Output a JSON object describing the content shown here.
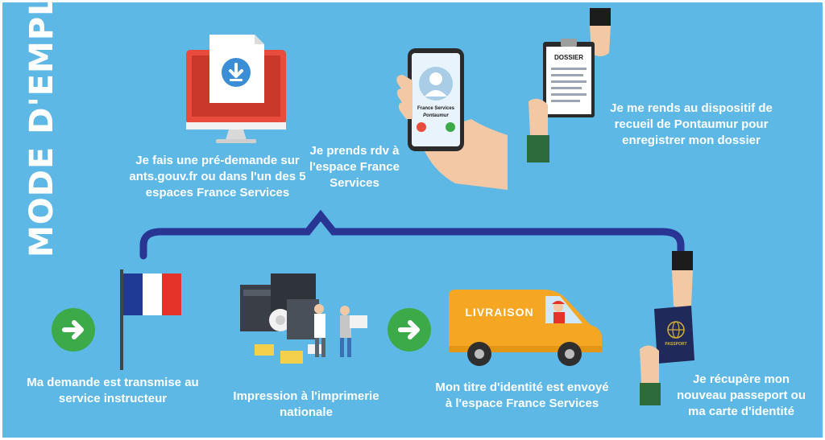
{
  "title": "MODE D'EMPLOI",
  "steps": {
    "predemande": "Je fais une pré-demande sur\nants.gouv.fr ou dans l'un des 5\nespaces France Services",
    "rdv": "Je prends rdv à\nl'espace France\nServices",
    "dossier": "Je me rends au dispositif de\nrecueil de Pontaumur pour\nenregistrer mon dossier",
    "transmise": "Ma demande est transmise au\nservice instructeur",
    "impression": "Impression à l'imprimerie\nnationale",
    "envoye": "Mon titre d'identité est envoyé\nà l'espace France Services",
    "recupere": "Je récupère mon\nnouveau passeport ou\nma carte d'identité"
  },
  "phone": {
    "name": "France Services",
    "place": "Pontaumur"
  },
  "dossier_label": "DOSSIER",
  "van_label": "LIVRAISON",
  "passport_label": "PASSPORT",
  "colors": {
    "background": "#5db8e6",
    "bracket": "#283593",
    "green": "#3daa4a",
    "van": "#f5a623",
    "monitor": "#e94b3c",
    "passport": "#1f2a5a"
  },
  "icons": [
    "download-icon",
    "arrow-right-icon",
    "globe-icon"
  ]
}
